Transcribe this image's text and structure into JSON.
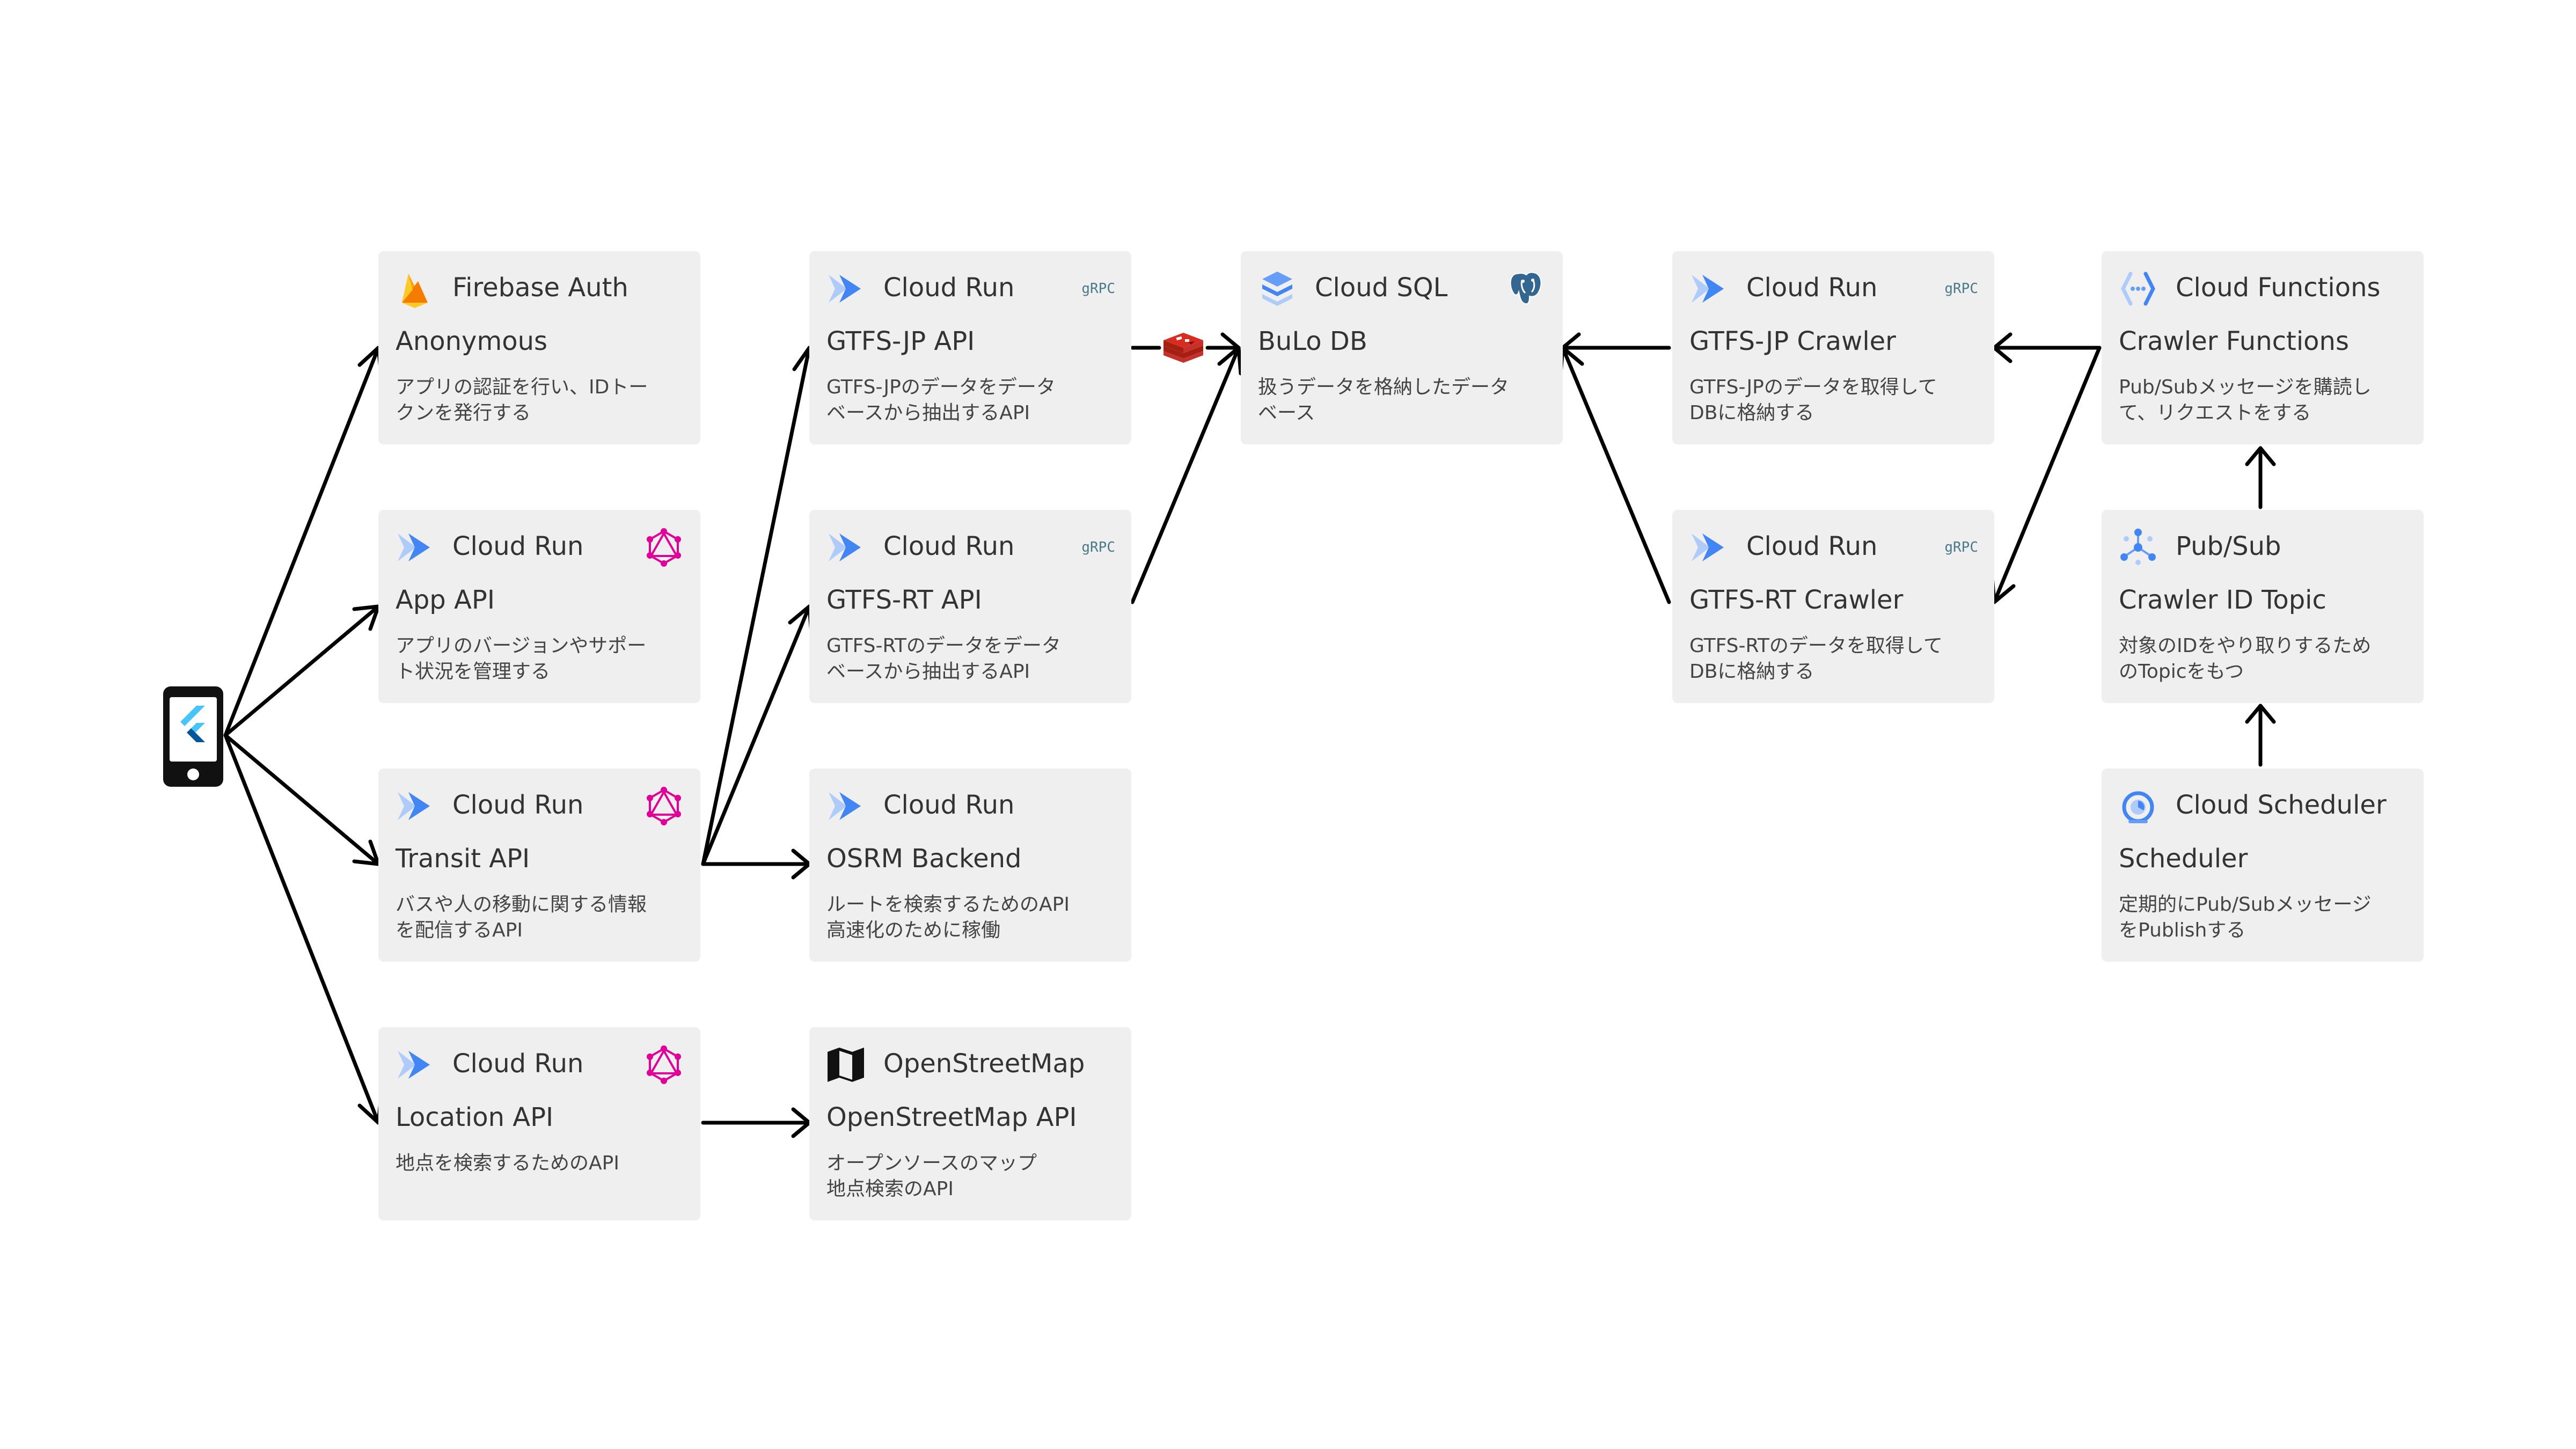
{
  "colors": {
    "card_bg": "#efefef",
    "edge": "#000000",
    "cloud_run_blue": "#4285f4",
    "graphql_pink": "#e10098",
    "firebase_orange": "#ffa000",
    "redis_red": "#d82c20",
    "flutter_blue": "#02569b"
  },
  "client": {
    "icon": "flutter-phone-icon"
  },
  "nodes": {
    "firebase_auth": {
      "service": "Firebase Auth",
      "title": "Anonymous",
      "desc": "アプリの認証を行い、IDトー\nクンを発行する",
      "icon": "firebase-icon"
    },
    "app_api": {
      "service": "Cloud Run",
      "title": "App API",
      "desc": "アプリのバージョンやサポー\nト状況を管理する",
      "icon": "cloud-run-icon",
      "badge": "graphql-icon"
    },
    "transit_api": {
      "service": "Cloud Run",
      "title": "Transit API",
      "desc": "バスや人の移動に関する情報\nを配信するAPI",
      "icon": "cloud-run-icon",
      "badge": "graphql-icon"
    },
    "location_api": {
      "service": "Cloud Run",
      "title": "Location API",
      "desc": "地点を検索するためのAPI",
      "icon": "cloud-run-icon",
      "badge": "graphql-icon"
    },
    "gtfs_jp_api": {
      "service": "Cloud Run",
      "title": "GTFS-JP API",
      "desc": "GTFS-JPのデータをデータ\nベースから抽出するAPI",
      "icon": "cloud-run-icon",
      "badge": "gRPC"
    },
    "gtfs_rt_api": {
      "service": "Cloud Run",
      "title": "GTFS-RT API",
      "desc": "GTFS-RTのデータをデータ\nベースから抽出するAPI",
      "icon": "cloud-run-icon",
      "badge": "gRPC"
    },
    "osrm": {
      "service": "Cloud Run",
      "title": "OSRM Backend",
      "desc": "ルートを検索するためのAPI\n高速化のために稼働",
      "icon": "cloud-run-icon"
    },
    "osm": {
      "service": "OpenStreetMap",
      "title": "OpenStreetMap API",
      "desc": "オープンソースのマップ\n地点検索のAPI",
      "icon": "map-icon"
    },
    "cloud_sql": {
      "service": "Cloud SQL",
      "title": "BuLo DB",
      "desc": "扱うデータを格納したデータ\nベース",
      "icon": "cloud-sql-icon",
      "badge": "postgresql-icon"
    },
    "gtfs_jp_crawler": {
      "service": "Cloud Run",
      "title": "GTFS-JP Crawler",
      "desc": "GTFS-JPのデータを取得して\nDBに格納する",
      "icon": "cloud-run-icon",
      "badge": "gRPC"
    },
    "gtfs_rt_crawler": {
      "service": "Cloud Run",
      "title": "GTFS-RT Crawler",
      "desc": "GTFS-RTのデータを取得して\nDBに格納する",
      "icon": "cloud-run-icon",
      "badge": "gRPC"
    },
    "cloud_functions": {
      "service": "Cloud Functions",
      "title": "Crawler Functions",
      "desc": "Pub/Subメッセージを購読し\nて、リクエストをする",
      "icon": "cloud-functions-icon"
    },
    "pubsub": {
      "service": "Pub/Sub",
      "title": "Crawler ID Topic",
      "desc": "対象のIDをやり取りするため\nのTopicをもつ",
      "icon": "pubsub-icon"
    },
    "scheduler": {
      "service": "Cloud Scheduler",
      "title": "Scheduler",
      "desc": "定期的にPub/Subメッセージ\nをPublishする",
      "icon": "cloud-scheduler-icon"
    }
  },
  "edges": [
    {
      "from": "client",
      "to": "firebase_auth"
    },
    {
      "from": "client",
      "to": "app_api"
    },
    {
      "from": "client",
      "to": "transit_api"
    },
    {
      "from": "client",
      "to": "location_api"
    },
    {
      "from": "transit_api",
      "to": "gtfs_jp_api"
    },
    {
      "from": "transit_api",
      "to": "gtfs_rt_api"
    },
    {
      "from": "transit_api",
      "to": "osrm"
    },
    {
      "from": "location_api",
      "to": "osm"
    },
    {
      "from": "gtfs_jp_api",
      "to": "cloud_sql",
      "via": "redis-icon"
    },
    {
      "from": "gtfs_rt_api",
      "to": "cloud_sql"
    },
    {
      "from": "gtfs_jp_crawler",
      "to": "cloud_sql"
    },
    {
      "from": "gtfs_rt_crawler",
      "to": "cloud_sql"
    },
    {
      "from": "cloud_functions",
      "to": "gtfs_jp_crawler"
    },
    {
      "from": "cloud_functions",
      "to": "gtfs_rt_crawler"
    },
    {
      "from": "pubsub",
      "to": "cloud_functions"
    },
    {
      "from": "scheduler",
      "to": "pubsub"
    }
  ]
}
